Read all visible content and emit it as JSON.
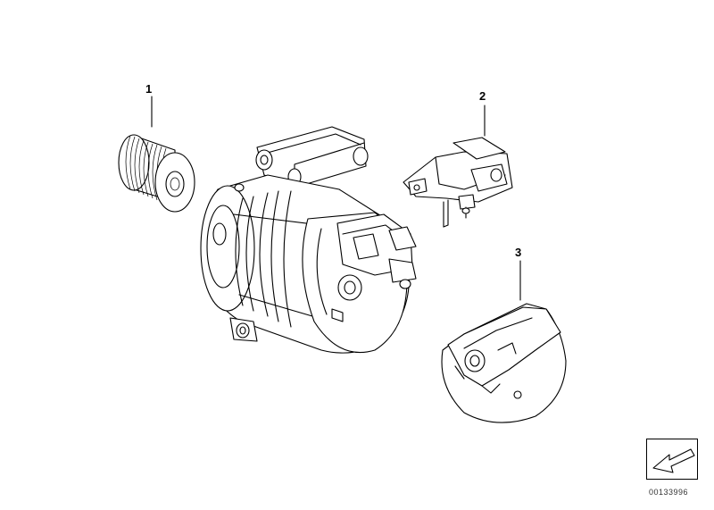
{
  "parts": [
    {
      "number": "1",
      "icon": "belt-pulley-icon"
    },
    {
      "number": "2",
      "icon": "voltage-regulator-icon"
    },
    {
      "number": "3",
      "icon": "alternator-cover-icon"
    }
  ],
  "main_part_icon": "alternator-icon",
  "diagram_code": "00133996",
  "nav_icon": "arrow-down-left-icon"
}
